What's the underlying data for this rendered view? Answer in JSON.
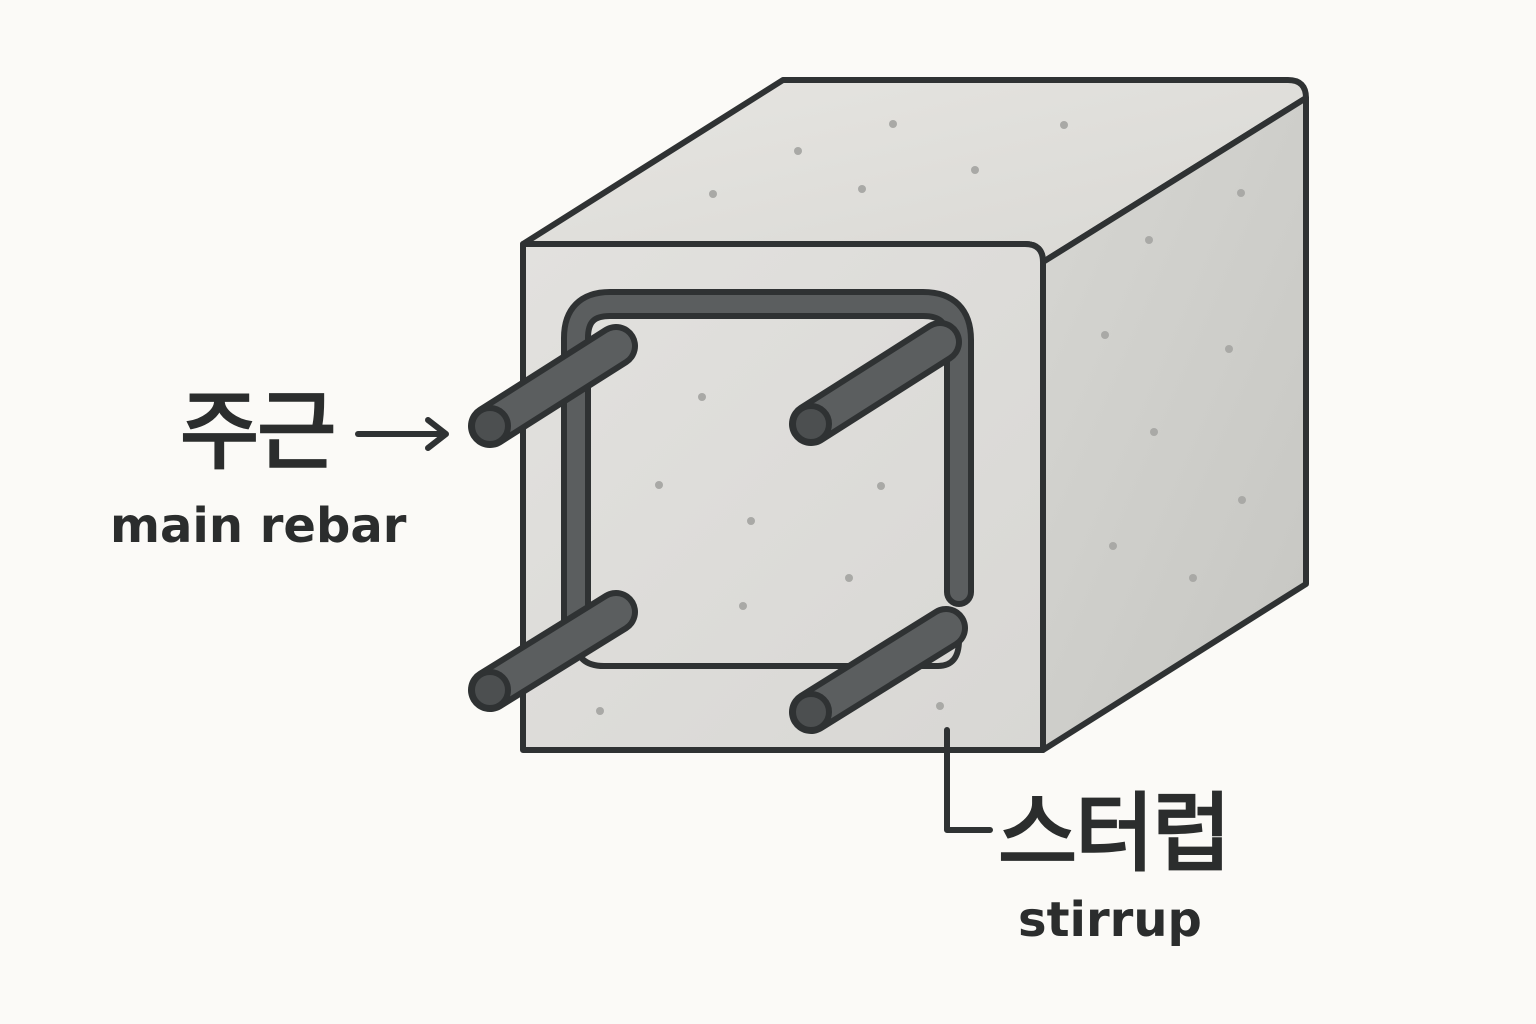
{
  "labels": {
    "main_rebar_ko": "주근",
    "main_rebar_en": "main rebar",
    "stirrup_ko": "스터럽",
    "stirrup_en": "stirrup"
  },
  "colors": {
    "background": "#fbfaf7",
    "outline": "#2f3233",
    "concrete_top": "#e0dfdb",
    "concrete_front": "#dedddb",
    "concrete_side": "#cfcfcb",
    "steel": "#5b5e5f",
    "text": "#2b2d2d"
  }
}
